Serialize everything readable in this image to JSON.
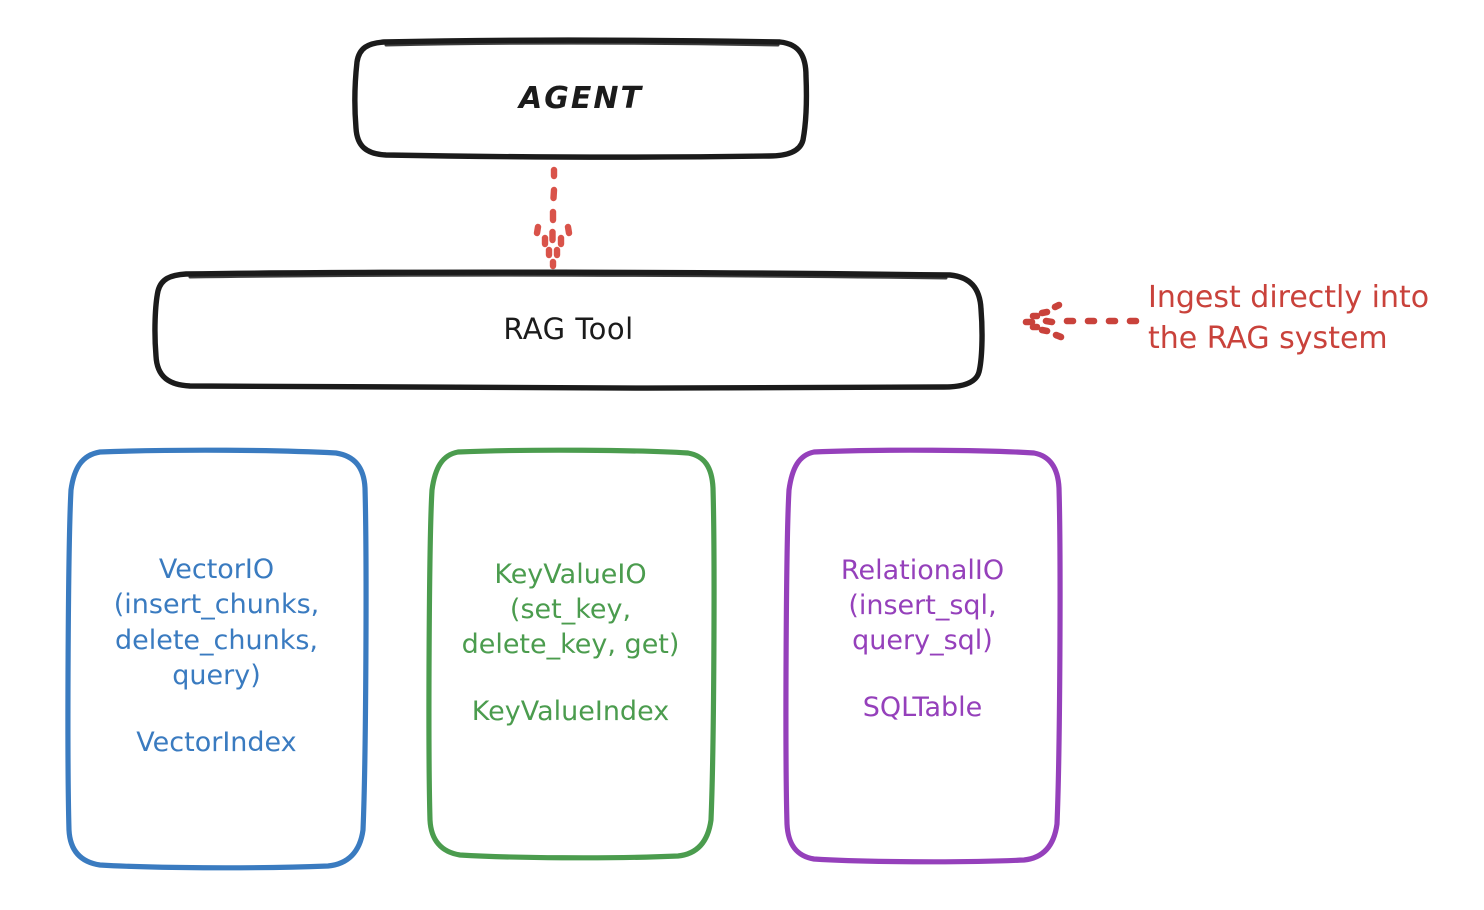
{
  "diagram": {
    "title": "RAG Tool architecture",
    "background": "#ffffff",
    "style": "hand-drawn sketch"
  },
  "colors": {
    "stroke_default": "#1b1b1b",
    "accent_red": "#c9423b",
    "vector_blue": "#3a7bc0",
    "keyvalue_green": "#4b9c4e",
    "relational_purple": "#9540bb"
  },
  "nodes": {
    "agent": {
      "label": "AGENT",
      "color": "#1b1b1b"
    },
    "rag_tool": {
      "label": "RAG Tool",
      "color": "#1b1b1b"
    },
    "vector_io": {
      "api": "VectorIO\n(insert_chunks,\ndelete_chunks,\nquery)",
      "index": "VectorIndex",
      "color": "#3a7bc0"
    },
    "key_value_io": {
      "api": "KeyValueIO\n(set_key,\ndelete_key, get)",
      "index": "KeyValueIndex",
      "color": "#4b9c4e"
    },
    "relational_io": {
      "api": "RelationalIO\n(insert_sql,\nquery_sql)",
      "index": "SQLTable",
      "color": "#9540bb"
    }
  },
  "connectors": {
    "agent_to_rag_tool": {
      "name": "agent-to-rag-tool-arrow",
      "style": "dotted",
      "direction": "down",
      "color": "#c9423b"
    },
    "ingest_arrow": {
      "name": "ingest-arrow",
      "style": "dotted",
      "direction": "left",
      "color": "#c9423b"
    }
  },
  "annotations": {
    "ingest_note": {
      "text": "Ingest directly into\nthe RAG system",
      "color": "#c9423b"
    }
  }
}
